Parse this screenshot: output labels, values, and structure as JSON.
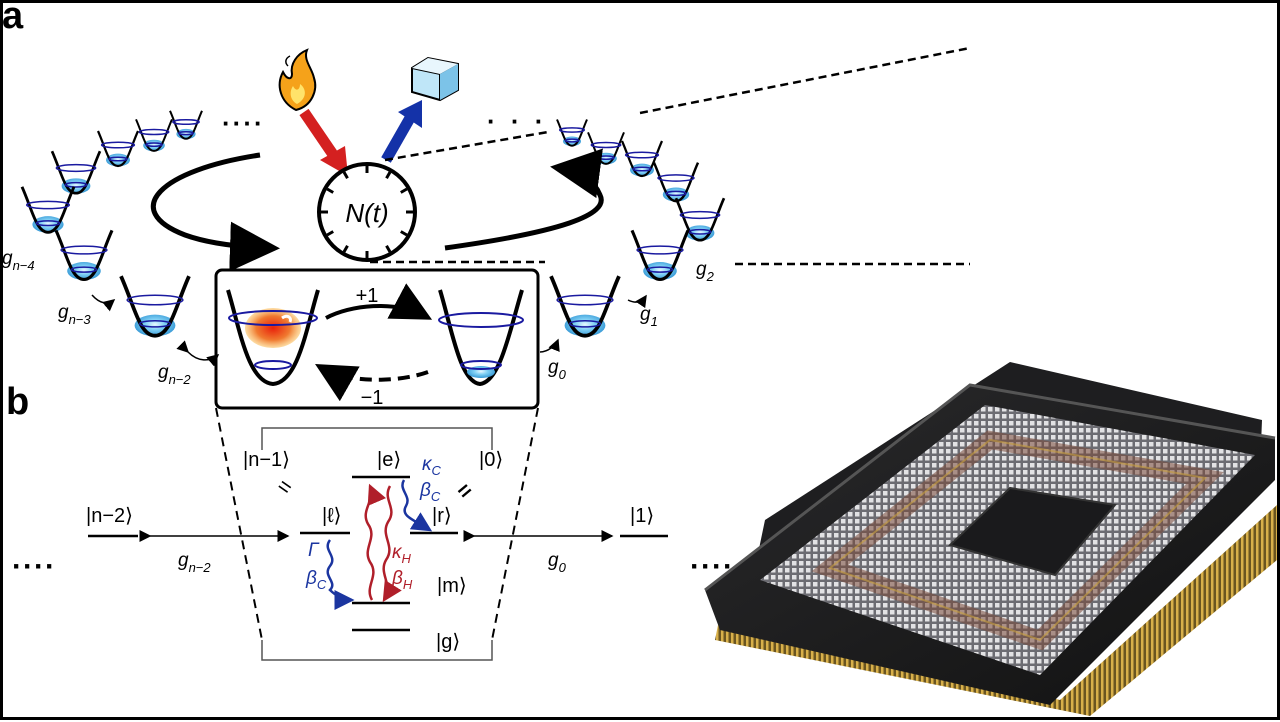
{
  "panels": {
    "a": "a",
    "b": "b"
  },
  "clock_label": "N(t)",
  "transition": {
    "plus": "+1",
    "minus": "−1"
  },
  "couplings": {
    "g_n4": {
      "base": "g",
      "sub": "n−4"
    },
    "g_n3": {
      "base": "g",
      "sub": "n−3"
    },
    "g_n2": {
      "base": "g",
      "sub": "n−2"
    },
    "g0": {
      "base": "g",
      "sub": "0"
    },
    "g1": {
      "base": "g",
      "sub": "1"
    },
    "g2": {
      "base": "g",
      "sub": "2"
    }
  },
  "ellipses": {
    "dots4": "····",
    "dots3": "· · ·"
  },
  "levels": {
    "n_minus_1": "|n−1⟩",
    "zero": "|0⟩",
    "e": "|e⟩",
    "ell": "|ℓ⟩",
    "r": "|r⟩",
    "m": "|m⟩",
    "g": "|g⟩",
    "n_minus_2": "|n−2⟩",
    "one": "|1⟩"
  },
  "equals": "=",
  "rates": {
    "kappa_C": {
      "base": "κ",
      "sub": "C"
    },
    "beta_C_top": {
      "base": "β",
      "sub": "C"
    },
    "kappa_H": {
      "base": "κ",
      "sub": "H"
    },
    "beta_H": {
      "base": "β",
      "sub": "H"
    },
    "Gamma": "Γ",
    "beta_C_left": {
      "base": "β",
      "sub": "C"
    }
  },
  "b_couplings": {
    "g_n2": {
      "base": "g",
      "sub": "n−2"
    },
    "g0": {
      "base": "g",
      "sub": "0"
    }
  },
  "colors": {
    "hot_arrow": "#d42020",
    "cold_arrow": "#1432a8",
    "well_line": "#1a1aa0",
    "water": "#3aa8e0",
    "excitation": "#f04a1a",
    "chip_body": "#1c1c1e",
    "chip_pins": "#b8932e"
  },
  "icons": {
    "flame": "flame-icon",
    "ice_cube": "ice-cube-icon",
    "clock": "clock-icon",
    "chip": "processor-chip-image"
  }
}
